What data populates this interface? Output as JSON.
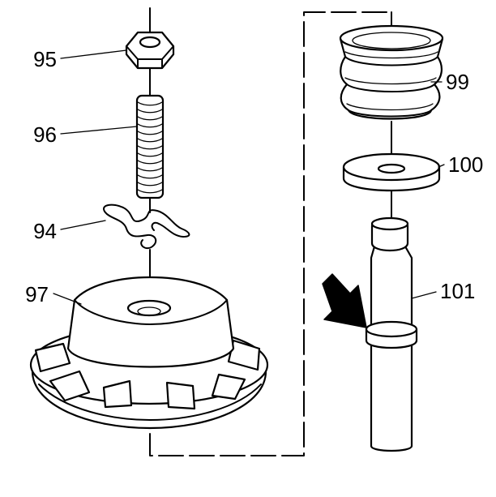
{
  "diagram": {
    "callouts": [
      {
        "id": "nut",
        "label": "95"
      },
      {
        "id": "stud",
        "label": "96"
      },
      {
        "id": "clip",
        "label": "94"
      },
      {
        "id": "mount",
        "label": "97"
      },
      {
        "id": "spring",
        "label": "99"
      },
      {
        "id": "washer",
        "label": "100"
      },
      {
        "id": "shaft",
        "label": "101"
      }
    ],
    "colors": {
      "line": "#000000",
      "background": "#ffffff",
      "part_fill": "#ffffff"
    },
    "icons": {
      "arrow": "arrow-right-down-icon"
    }
  }
}
